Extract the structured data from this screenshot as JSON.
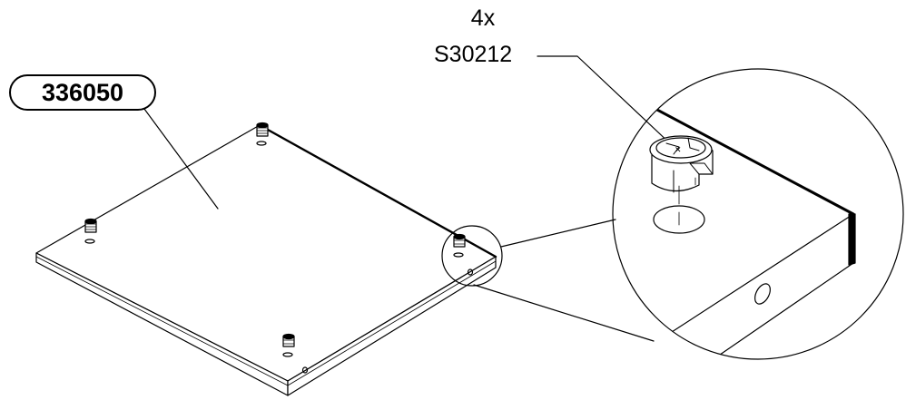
{
  "part": {
    "number": "336050"
  },
  "hardware": {
    "quantity": "4x",
    "code": "S30212"
  },
  "colors": {
    "line": "#000000",
    "background": "#ffffff"
  },
  "icons": [
    "panel-board",
    "cam-lock-fitting",
    "detail-magnifier-circle"
  ]
}
